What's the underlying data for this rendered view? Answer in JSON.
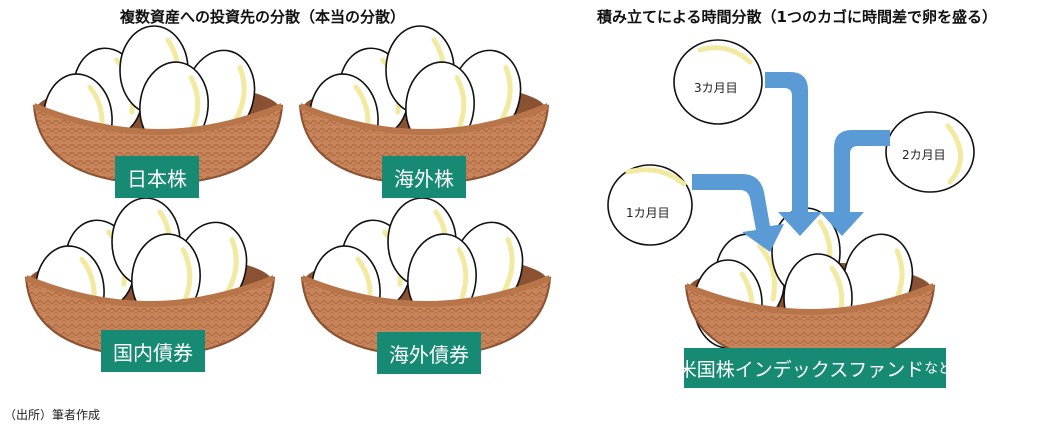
{
  "left_panel": {
    "title": "複数資産への投資先の分散（本当の分散）",
    "baskets": [
      {
        "label": "日本株"
      },
      {
        "label": "海外株"
      },
      {
        "label": "国内債券"
      },
      {
        "label": "海外債券"
      }
    ]
  },
  "right_panel": {
    "title": "積み立てによる時間分散（1つのカゴに時間差で卵を盛る）",
    "eggs": [
      {
        "label": "3カ月目"
      },
      {
        "label": "2カ月目"
      },
      {
        "label": "1カ月目"
      }
    ],
    "basket_label_main": "米国株インデックスファンド",
    "basket_label_suffix": "など"
  },
  "source": "（出所）筆者作成",
  "colors": {
    "basket": "#c8845a",
    "basket_dark": "#8a5232",
    "label_bg": "#178a74",
    "arrow": "#5b9bd5"
  }
}
